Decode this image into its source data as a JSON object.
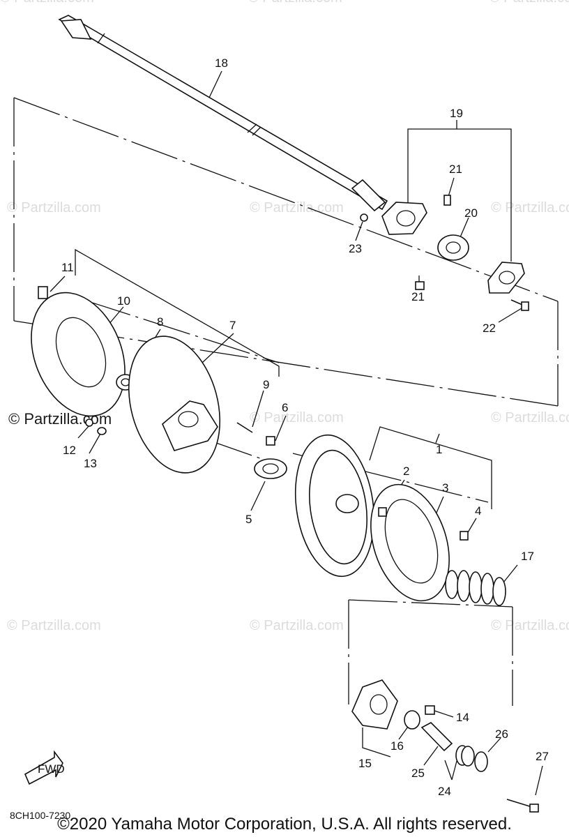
{
  "watermarks": [
    {
      "id": "wm-1",
      "text": "© Partzilla.com"
    },
    {
      "id": "wm-2",
      "text": "© Partzilla.com"
    },
    {
      "id": "wm-3",
      "text": "© Partzilla.com"
    },
    {
      "id": "wm-4",
      "text": "© Partzilla.com"
    },
    {
      "id": "wm-5",
      "text": "© Partzilla.com"
    },
    {
      "id": "wm-6",
      "text": "© Partzilla.com"
    },
    {
      "id": "wm-7",
      "text": "© Partzilla.com"
    },
    {
      "id": "wm-8",
      "text": "© Partzilla.com"
    },
    {
      "id": "wm-9",
      "text": "© Partzilla.com"
    },
    {
      "id": "wm-10",
      "text": "© Partzilla.com"
    },
    {
      "id": "wm-11",
      "text": "© Partzilla.com"
    },
    {
      "id": "wm-12",
      "text": "© Partzilla.com"
    }
  ],
  "callouts": [
    "1",
    "2",
    "3",
    "4",
    "5",
    "6",
    "7",
    "8",
    "9",
    "10",
    "11",
    "12",
    "13",
    "14",
    "15",
    "16",
    "17",
    "18",
    "19",
    "20",
    "21",
    "21",
    "22",
    "23",
    "24",
    "25",
    "26",
    "27"
  ],
  "fwd_label": "FWD",
  "diagram_code": "8CH100-7230",
  "copyright": "©2020 Yamaha Motor Corporation, U.S.A. All rights reserved."
}
